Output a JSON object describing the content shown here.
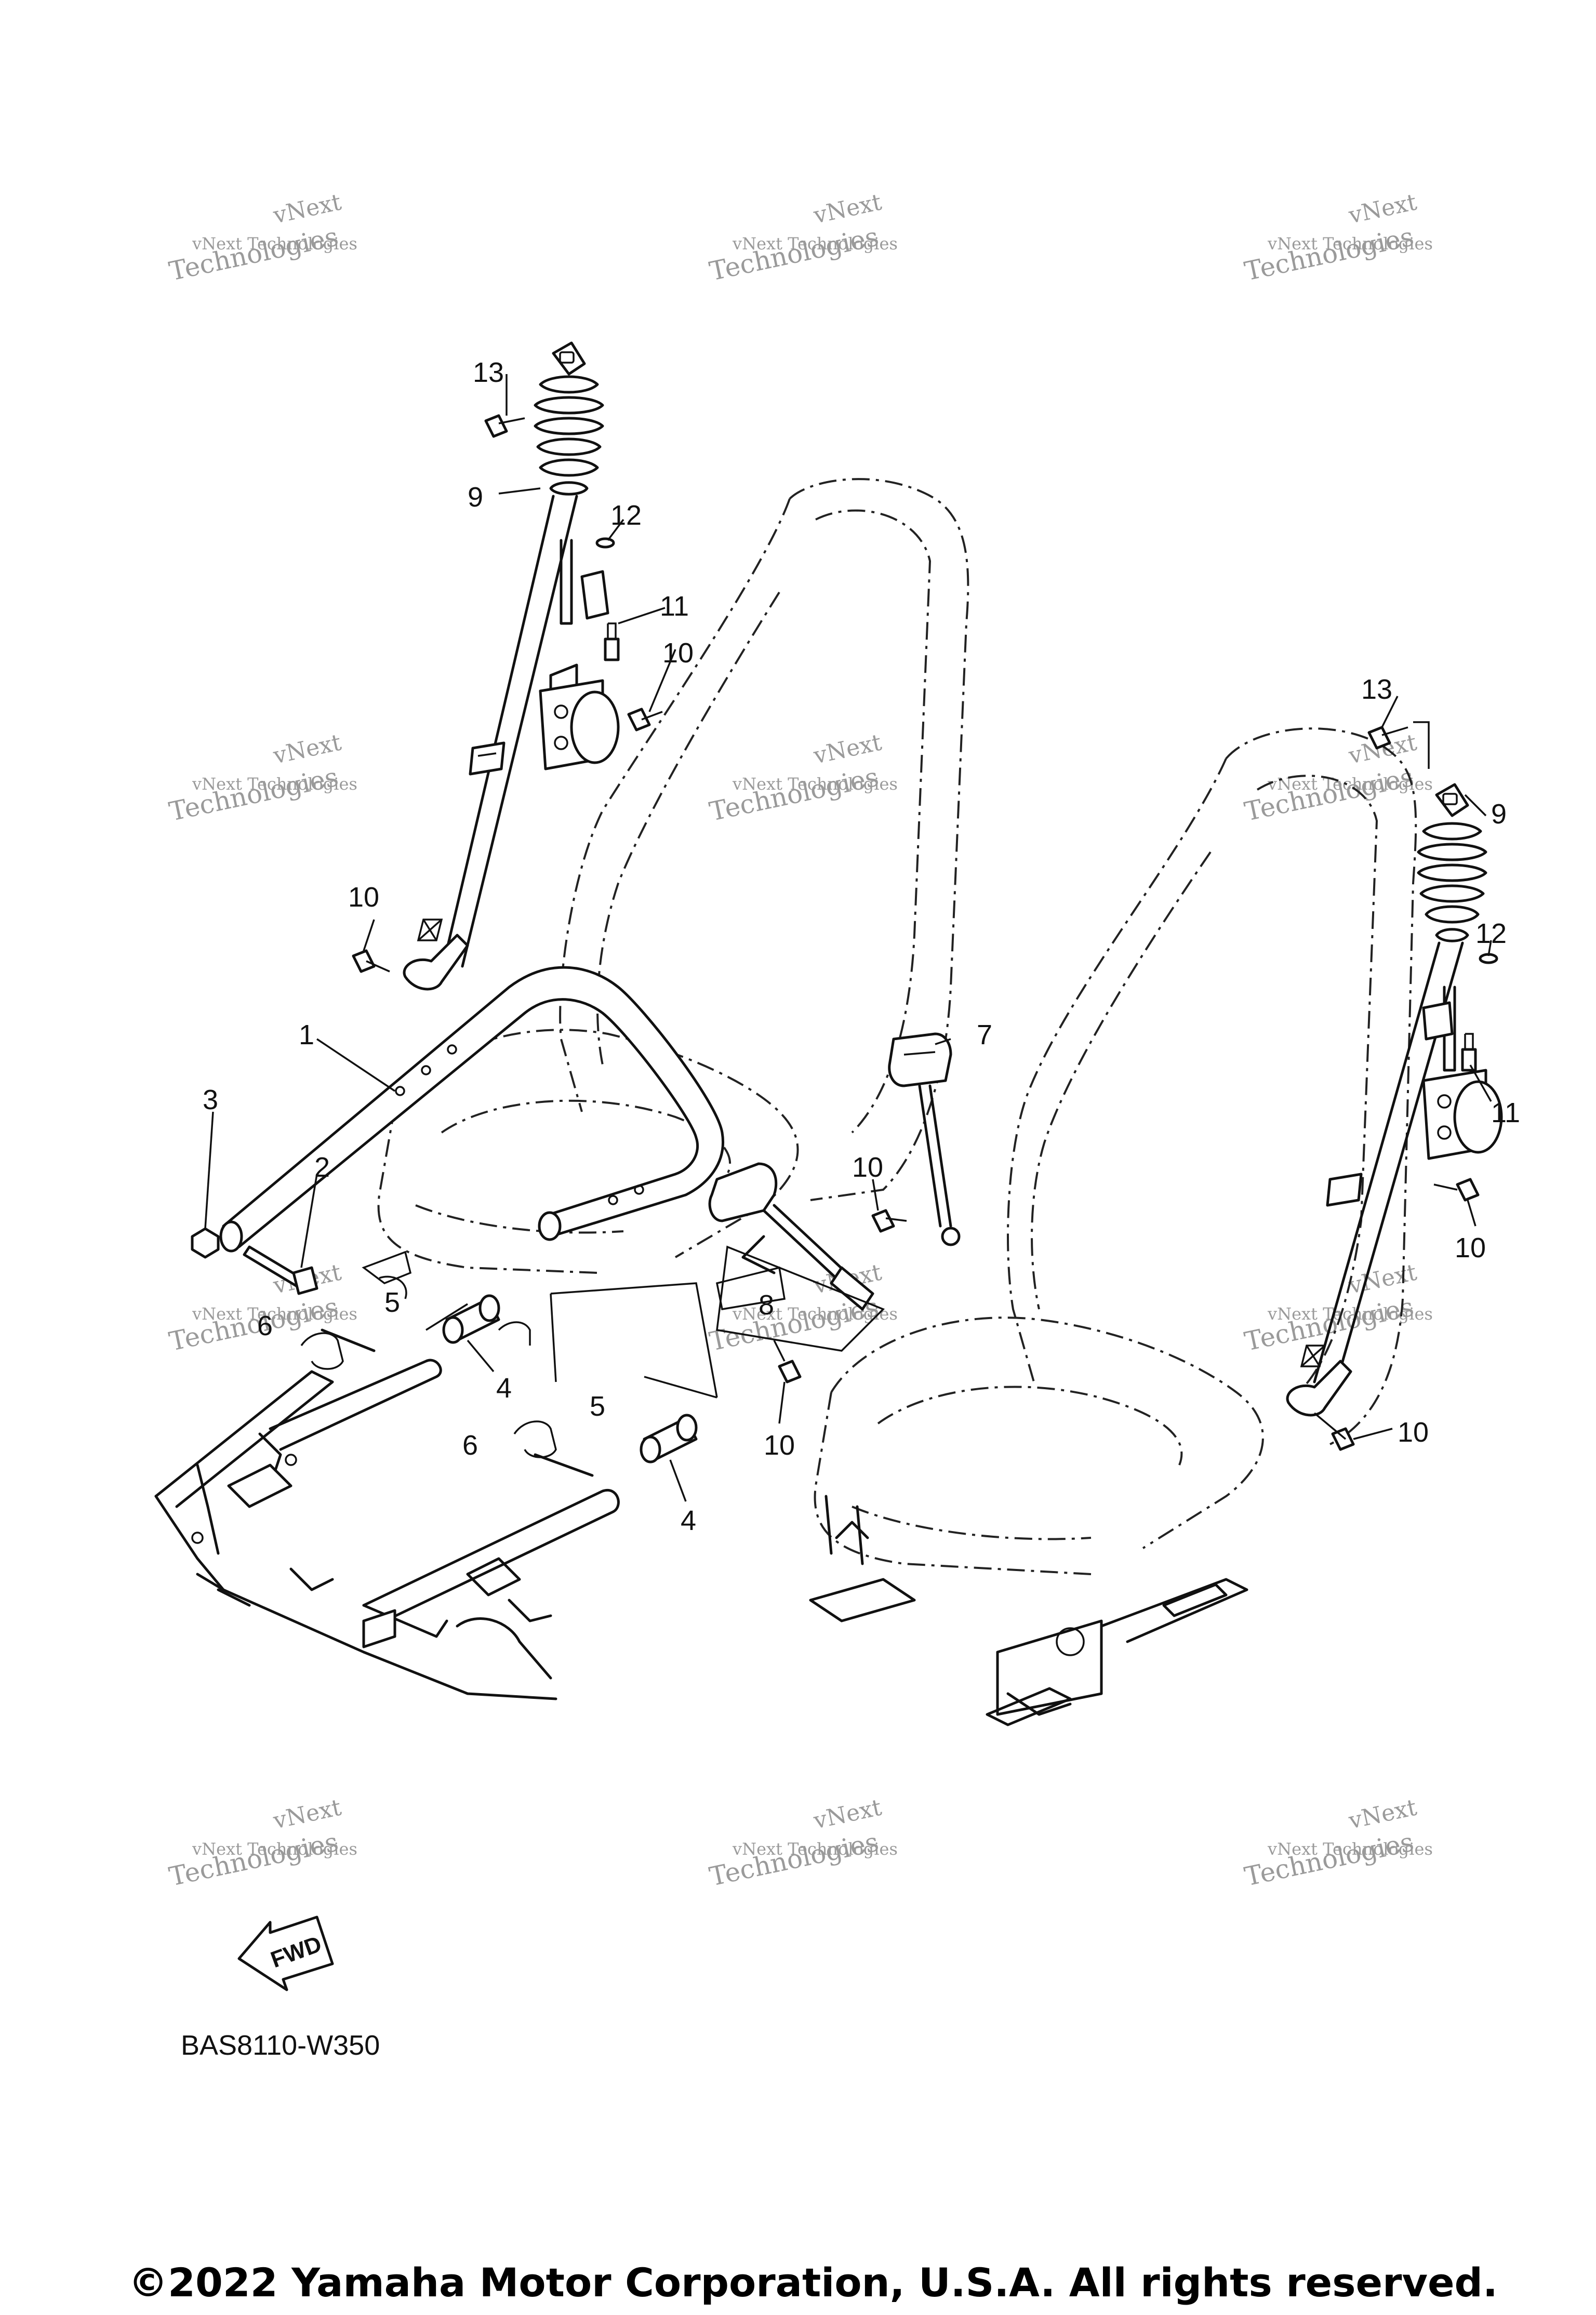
{
  "diagram": {
    "callouts": [
      "1",
      "2",
      "3",
      "4",
      "4",
      "5",
      "5",
      "6",
      "6",
      "7",
      "8",
      "9",
      "9",
      "10",
      "10",
      "10",
      "10",
      "10",
      "10",
      "11",
      "11",
      "12",
      "12",
      "13",
      "13"
    ],
    "fwd_label": "FWD",
    "diagram_code": "BAS8110-W350",
    "copyright": "©2022 Yamaha Motor Corporation, U.S.A. All rights reserved.",
    "watermark": {
      "line1": "vNext",
      "line2": "vNext Technologies",
      "line3": "Technologies"
    }
  }
}
